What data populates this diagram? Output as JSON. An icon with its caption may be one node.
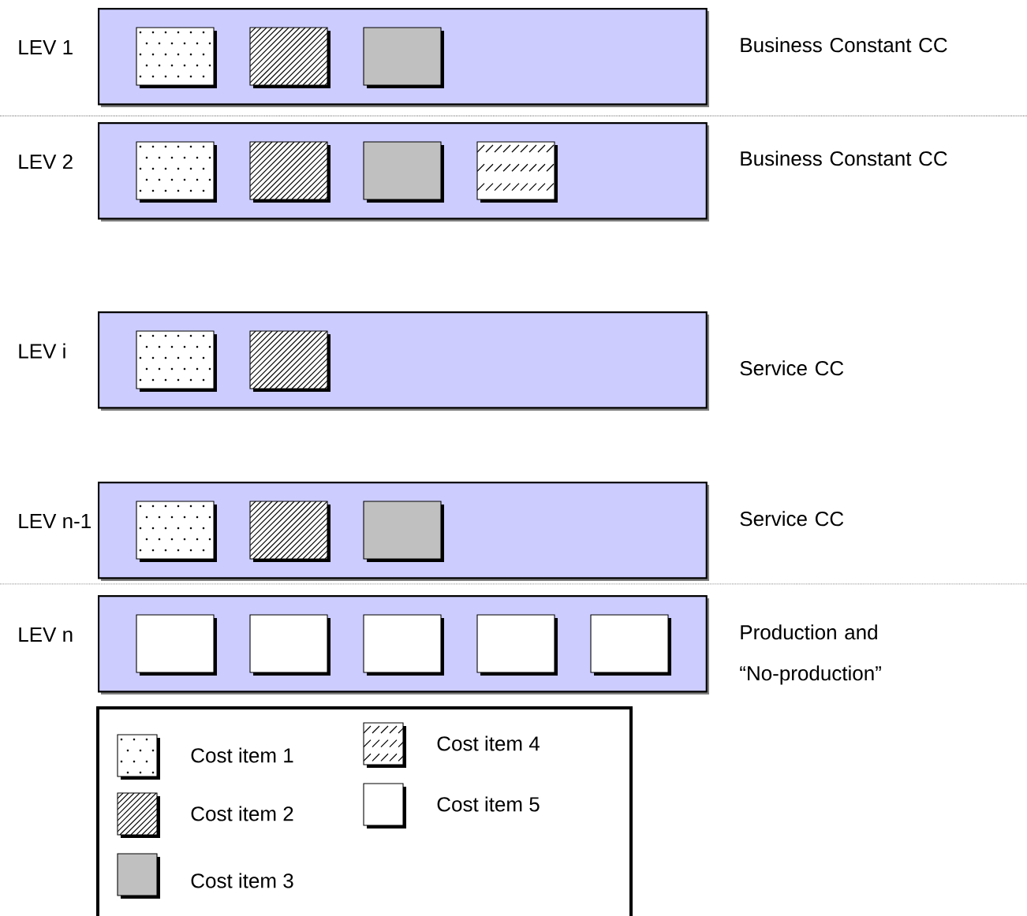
{
  "diagram": {
    "nodes": [
      {
        "text": [
          "LEV 1"
        ],
        "beside": [
          "Business Constant CC"
        ]
      },
      {
        "text": [],
        "shape": "box",
        "in": 0
      },
      {
        "text": [],
        "shape": "box",
        "in": 0
      },
      {
        "text": [],
        "shape": "box",
        "in": 0
      },
      {
        "text": [
          "LEV 2"
        ],
        "beside": [
          "Business Constant CC"
        ]
      },
      {
        "text": [],
        "shape": "box",
        "in": 4
      },
      {
        "text": [],
        "shape": "box",
        "in": 4
      },
      {
        "text": [],
        "shape": "box",
        "in": 4
      },
      {
        "text": [],
        "shape": "box",
        "in": 4
      },
      {
        "text": [
          "LEV i"
        ],
        "beside": [
          "Service CC"
        ]
      },
      {
        "text": [],
        "shape": "box",
        "in": 9
      },
      {
        "text": [],
        "shape": "box",
        "in": 9
      },
      {
        "text": [
          "LEV n-1"
        ],
        "beside": [
          "Service CC"
        ]
      },
      {
        "text": [],
        "shape": "box",
        "in": 12
      },
      {
        "text": [],
        "shape": "box",
        "in": 12
      },
      {
        "text": [],
        "shape": "box",
        "in": 12
      },
      {
        "text": [
          "LEV n"
        ],
        "beside": [
          "Production and “No-production”"
        ]
      },
      {
        "text": [],
        "shape": "box",
        "in": 16
      },
      {
        "text": [],
        "shape": "box",
        "in": 16
      },
      {
        "text": [],
        "shape": "box",
        "in": 16
      },
      {
        "text": [],
        "shape": "box",
        "in": 16
      },
      {
        "text": [],
        "shape": "box",
        "in": 16
      }
    ],
    "legend": [
      {
        "text": "Cost item 1"
      },
      {
        "text": "Cost item 2"
      },
      {
        "text": "Cost item 3",
        "color": "#c0c0c0"
      },
      {
        "text": "Cost item 4"
      },
      {
        "text": "Cost item 5"
      }
    ]
  }
}
